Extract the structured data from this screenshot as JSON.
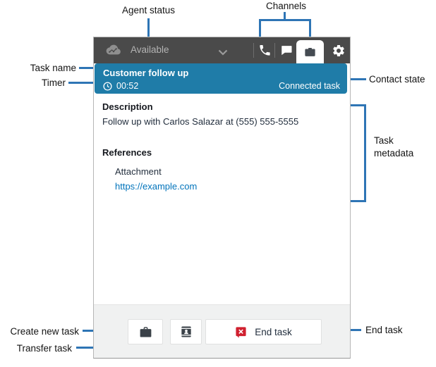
{
  "annotations": {
    "agent_status": "Agent status",
    "channels": "Channels",
    "task_name": "Task name",
    "timer": "Timer",
    "contact_state": "Contact state",
    "task_metadata": "Task metadata",
    "create_new_task": "Create new task",
    "transfer_task": "Transfer task",
    "end_task": "End task"
  },
  "ccp": {
    "header": {
      "status_label": "Available",
      "channel_icons": [
        "phone-icon",
        "chat-icon",
        "task-icon",
        "gear-icon"
      ],
      "active_channel": "task"
    },
    "task_bar": {
      "title": "Customer follow up",
      "timer_value": "00:52",
      "state": "Connected task"
    },
    "content": {
      "description_heading": "Description",
      "description_text": "Follow up with Carlos Salazar at (555) 555-5555",
      "references_heading": "References",
      "attachment_label": "Attachment",
      "link": "https://example.com"
    },
    "footer": {
      "create_task_icon": "briefcase-icon",
      "transfer_task_icon": "contact-card-icon",
      "end_task_icon": "end-chat-icon",
      "end_task_label": "End task"
    }
  },
  "colors": {
    "header_gray": "#4a4a4a",
    "task_bar_blue": "#1f7ca8",
    "callout_blue": "#2e75b5",
    "link_blue": "#0073bb",
    "danger_red": "#d0202f",
    "footer_gray": "#f0f1f1"
  }
}
